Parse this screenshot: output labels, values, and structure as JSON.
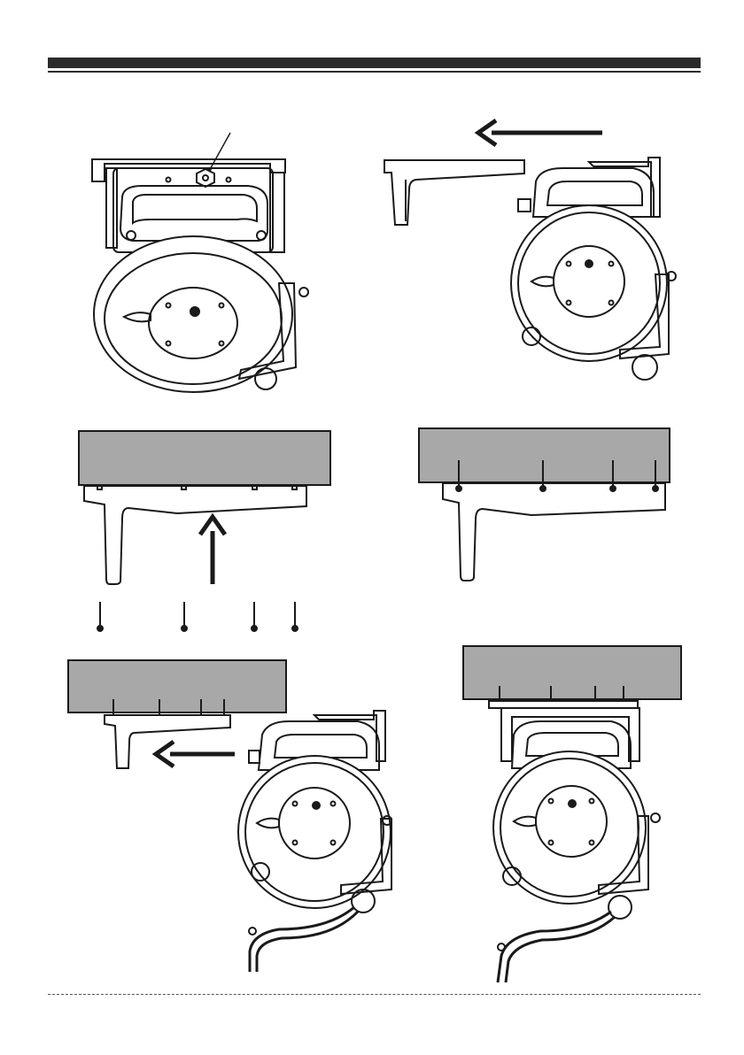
{
  "page": {
    "type": "installation-instructions",
    "header_style": "double-bar",
    "footer_style": "dashed-line"
  },
  "steps": [
    {
      "name": "step-1-hose-reel-top-view",
      "icon": "hose-reel-icon"
    },
    {
      "name": "step-2-slide-bracket-off",
      "icon": "arrow-left-icon"
    },
    {
      "name": "step-3-fasten-bracket-with-screws",
      "icon": "arrow-up-icon",
      "screw_count": 4
    },
    {
      "name": "step-4-bracket-mounted",
      "icon": "bracket-icon",
      "screw_count": 4
    },
    {
      "name": "step-5-slide-reel-onto-bracket",
      "icon": "arrow-left-icon"
    },
    {
      "name": "step-6-reel-installed",
      "icon": "hose-reel-icon"
    }
  ],
  "colors": {
    "line": "#1a1a1a",
    "mounting_surface": "#a8a8a8",
    "rule": "#2b2b2b"
  }
}
